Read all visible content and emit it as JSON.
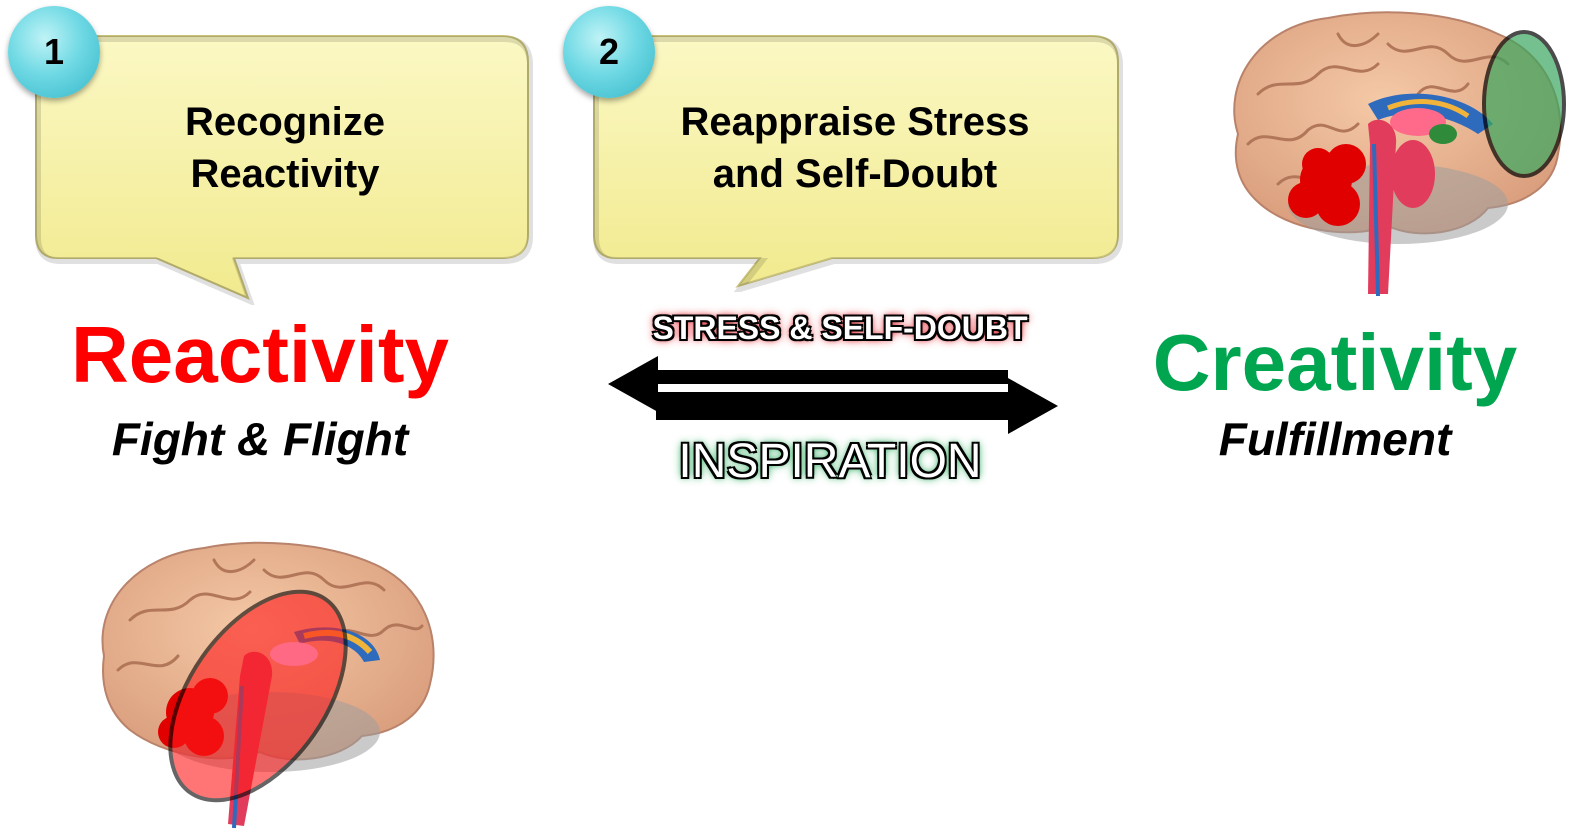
{
  "steps": [
    {
      "number": "1",
      "label_line1": "Recognize",
      "label_line2": "Reactivity"
    },
    {
      "number": "2",
      "label_line1": "Reappraise Stress",
      "label_line2": "and Self-Doubt"
    }
  ],
  "left_state": {
    "title": "Reactivity",
    "subtitle": "Fight & Flight",
    "color": "#ff0000"
  },
  "right_state": {
    "title": "Creativity",
    "subtitle": "Fulfillment",
    "color": "#00a550"
  },
  "arrows": {
    "top_label": "STRESS & SELF-DOUBT",
    "bottom_label": "INSPIRATION"
  },
  "icons": {
    "reactive_brain": "brain-icon with red highlight over limbic region",
    "creative_brain": "brain-icon with green highlight over prefrontal region"
  },
  "colors": {
    "callout_fill": "#f8f4a6",
    "badge": "#5fcfdc"
  }
}
